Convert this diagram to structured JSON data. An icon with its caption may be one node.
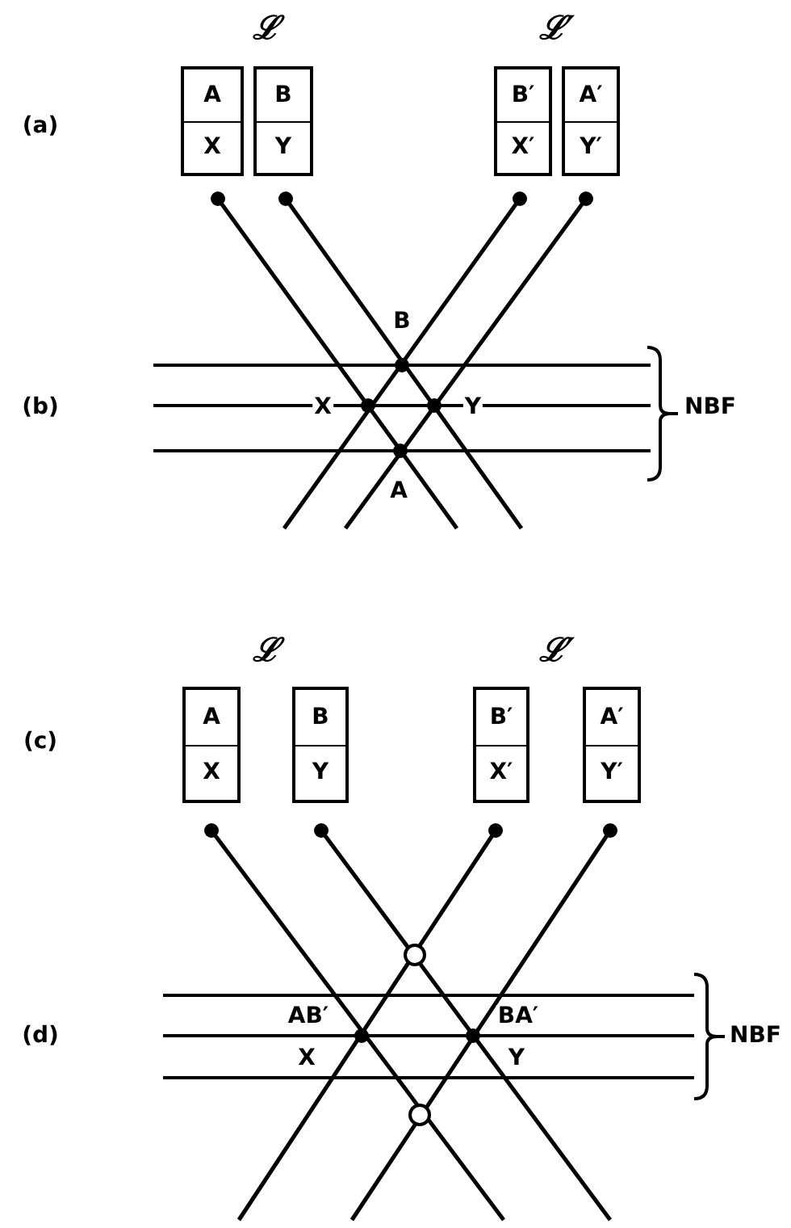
{
  "diagram": {
    "nodes": [
      {
        "text": [
          "A",
          "X"
        ]
      },
      {
        "text": [
          "B",
          "Y"
        ]
      },
      {
        "text": [
          "B′",
          "X′"
        ]
      },
      {
        "text": [
          "A′",
          "Y′"
        ]
      },
      {
        "text": [
          "A",
          "X"
        ]
      },
      {
        "text": [
          "B",
          "Y"
        ]
      },
      {
        "text": [
          "B′",
          "X′"
        ]
      },
      {
        "text": [
          "A′",
          "Y′"
        ]
      }
    ],
    "labels": [
      "ℒ",
      "ℒ′",
      "(a)",
      "B",
      "(b)",
      "X",
      "Y",
      "NBF",
      "A",
      "ℒ",
      "ℒ′",
      "(c)",
      "AB′",
      "BA′",
      "(d)",
      "NBF",
      "X",
      "Y"
    ]
  }
}
